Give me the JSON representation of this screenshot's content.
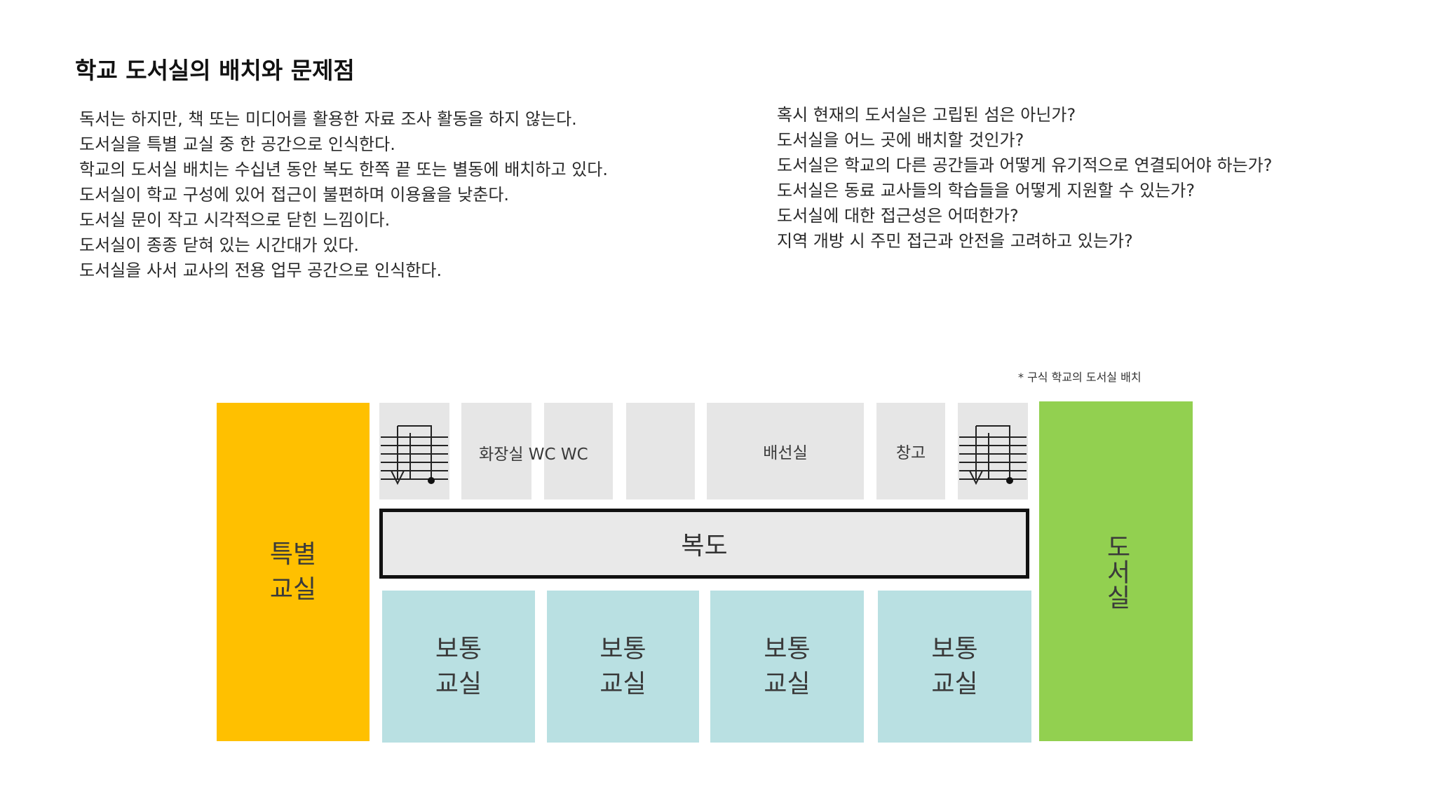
{
  "title": "학교 도서실의 배치와 문제점",
  "problems": [
    "독서는 하지만, 책 또는 미디어를 활용한 자료 조사 활동을 하지 않는다.",
    "도서실을 특별 교실 중 한 공간으로 인식한다.",
    "학교의 도서실 배치는 수십년 동안 복도 한쪽 끝 또는 별동에 배치하고 있다.",
    "도서실이 학교 구성에 있어 접근이 불편하며 이용율을 낮춘다.",
    "도서실 문이 작고 시각적으로 닫힌 느낌이다.",
    "도서실이 종종 닫혀 있는 시간대가 있다.",
    "도서실을 사서 교사의 전용 업무 공간으로 인식한다."
  ],
  "questions": [
    "혹시 현재의 도서실은 고립된 섬은 아닌가?",
    "도서실을 어느 곳에 배치할 것인가?",
    "도서실은 학교의 다른 공간들과 어떻게 유기적으로 연결되어야 하는가?",
    "도서실은 동료 교사들의 학습들을 어떻게 지원할 수 있는가?",
    "도서실에 대한 접근성은 어떠한가?",
    "지역 개방 시 주민 접근과 안전을 고려하고 있는가?"
  ],
  "diagram": {
    "note": "* 구식 학교의 도서실 배치",
    "special_room": {
      "line1": "특별",
      "line2": "교실"
    },
    "library": "도서실",
    "corridor": "복도",
    "restroom": "화장실 WC WC",
    "broadcast_room": "배선실",
    "storage": "창고",
    "classrooms": [
      {
        "line1": "보통",
        "line2": "교실"
      },
      {
        "line1": "보통",
        "line2": "교실"
      },
      {
        "line1": "보통",
        "line2": "교실"
      },
      {
        "line1": "보통",
        "line2": "교실"
      }
    ],
    "icons": [
      "staircase-icon",
      "staircase-icon"
    ],
    "colors": {
      "special_room": "#ffc000",
      "library": "#92d050",
      "classroom": "#b9e0e2",
      "service_room": "#e6e6e6",
      "corridor": "#e9e9e9",
      "corridor_border": "#111111"
    }
  }
}
